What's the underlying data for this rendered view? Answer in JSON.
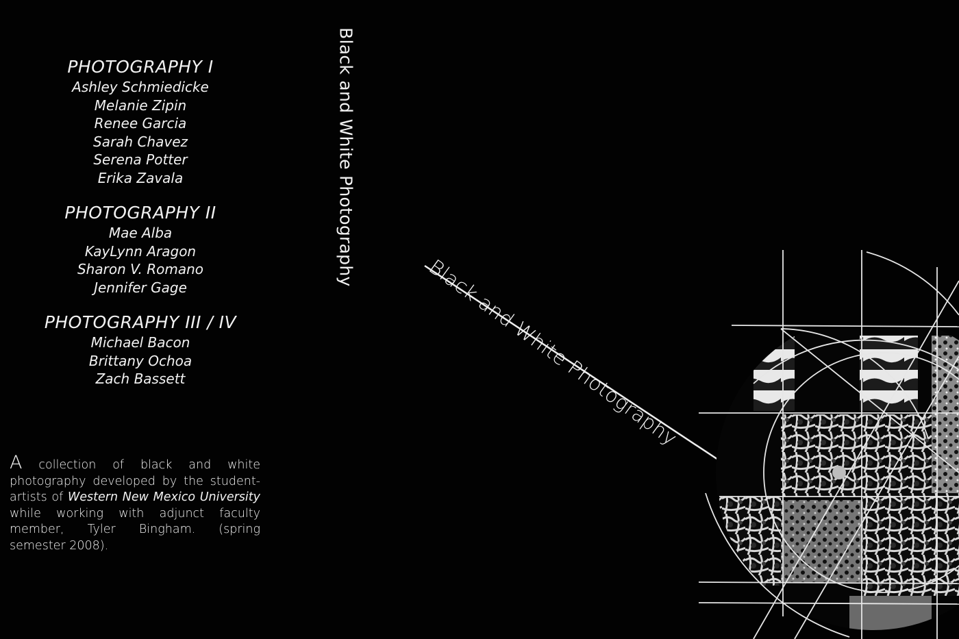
{
  "back_cover": {
    "sections": [
      {
        "heading": "PHOTOGRAPHY I",
        "names": [
          "Ashley Schmiedicke",
          "Melanie Zipin",
          "Renee Garcia",
          "Sarah Chavez",
          "Serena Potter",
          "Erika Zavala"
        ]
      },
      {
        "heading": "PHOTOGRAPHY II",
        "names": [
          "Mae Alba",
          "KayLynn Aragon",
          "Sharon V. Romano",
          "Jennifer Gage"
        ]
      },
      {
        "heading": "PHOTOGRAPHY III / IV",
        "names": [
          "Michael Bacon",
          "Brittany Ochoa",
          "Zach Bassett"
        ]
      }
    ],
    "blurb": {
      "dropcap": "A",
      "text_1": " collection of black and white photography developed  by the student-artists of ",
      "school": "Western New Mexico University",
      "text_2": " while working with adjunct faculty member, Tyler Bingham.  (spring semester 2008)."
    }
  },
  "spine": {
    "title": "Black and White Photography"
  },
  "front_cover": {
    "title": "Black and White Photography"
  },
  "colors": {
    "background": "#020202",
    "text": "#f2f2f2"
  }
}
